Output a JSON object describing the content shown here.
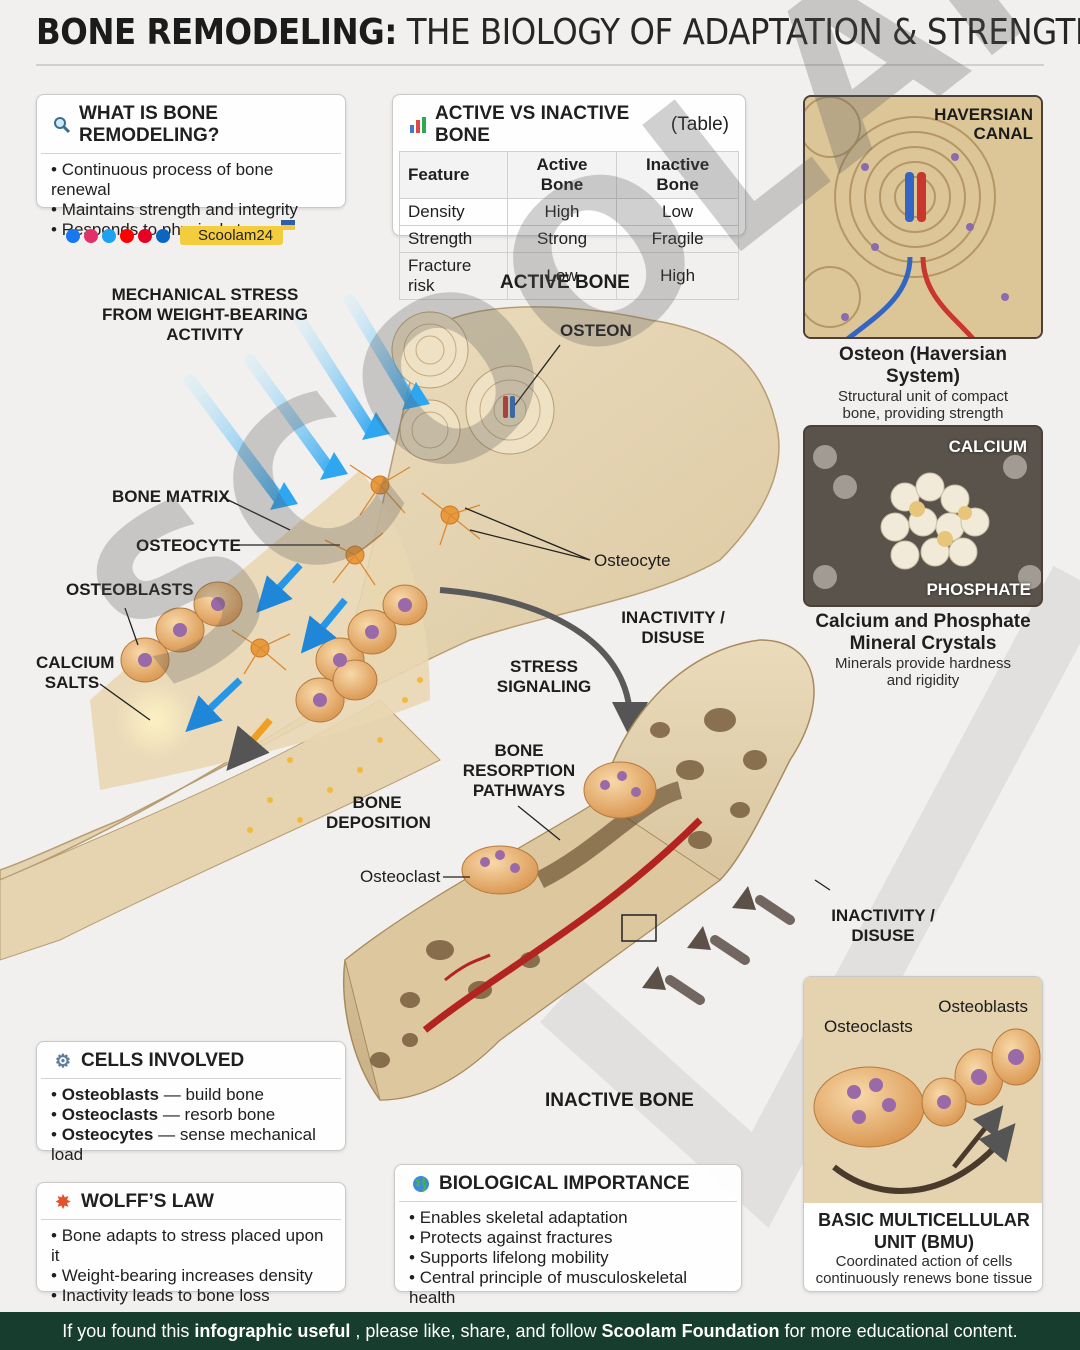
{
  "title": {
    "bold": "BONE REMODELING:",
    "rest": "THE BIOLOGY OF ADAPTATION & STRENGTH"
  },
  "what_is": {
    "heading": "WHAT IS BONE REMODELING?",
    "icon": "magnifier-icon",
    "bullets": [
      "Continuous process of bone renewal",
      "Maintains strength and integrity",
      "Responds to physical stress"
    ]
  },
  "social": {
    "handle": "Scoolam24",
    "icons": [
      "facebook-icon",
      "instagram-icon",
      "x-icon",
      "youtube-icon",
      "pinterest-icon",
      "linkedin-icon"
    ],
    "colors": [
      "#1877f2",
      "#e1306c",
      "#1da1f2",
      "#ff0000",
      "#e60023",
      "#0a66c2"
    ]
  },
  "table": {
    "heading": "ACTIVE VS INACTIVE BONE",
    "heading_suffix": "(Table)",
    "icon": "bar-chart-icon",
    "columns": [
      "Feature",
      "Active Bone",
      "Inactive Bone"
    ],
    "rows": [
      [
        "Density",
        "High",
        "Low"
      ],
      [
        "Strength",
        "Strong",
        "Fragile"
      ],
      [
        "Fracture risk",
        "Low",
        "High"
      ]
    ]
  },
  "panels": {
    "osteon": {
      "label": "HAVERSIAN CANAL",
      "title": "Osteon (Haversian System)",
      "desc": [
        "Structural unit of compact",
        "bone, providing strength"
      ]
    },
    "calcium": {
      "label_top": "CALCIUM",
      "label_bottom": "PHOSPHATE",
      "title": [
        "Calcium and Phosphate",
        "Mineral Crystals"
      ],
      "desc": [
        "Minerals provide hardness",
        "and rigidity"
      ]
    },
    "bmu": {
      "label_left": "Osteoclasts",
      "label_right": "Osteoblasts",
      "title": [
        "BASIC MULTICELLULAR",
        "UNIT (BMU)"
      ],
      "desc": [
        "Coordinated action of cells",
        "continuously renews bone tissue"
      ]
    }
  },
  "diagram_labels": {
    "mechanical_stress": [
      "MECHANICAL STRESS",
      "FROM WEIGHT-BEARING",
      "ACTIVITY"
    ],
    "active_bone": "ACTIVE BONE",
    "osteon": "OSTEON",
    "bone_matrix": "BONE MATRIX",
    "osteocyte_caps": "OSTEOCYTE",
    "osteocyte": "Osteocyte",
    "osteoblasts": "OSTEOBLASTS",
    "calcium_salts": [
      "CALCIUM",
      "SALTS"
    ],
    "inactivity_1": [
      "INACTIVITY /",
      "DISUSE"
    ],
    "stress_signaling": [
      "STRESS",
      "SIGNALING"
    ],
    "bone_resorption": [
      "BONE",
      "RESORPTION",
      "PATHWAYS"
    ],
    "bone_deposition": [
      "BONE",
      "DEPOSITION"
    ],
    "osteoclast": "Osteoclast",
    "inactivity_2": [
      "INACTIVITY /",
      "DISUSE"
    ],
    "inactive_bone": "INACTIVE BONE"
  },
  "cells_involved": {
    "heading": "CELLS INVOLVED",
    "icon": "gear-icon",
    "items": [
      {
        "name": "Osteoblasts",
        "desc": "— build bone"
      },
      {
        "name": "Osteoclasts",
        "desc": "— resorb bone"
      },
      {
        "name": "Osteocytes",
        "desc": "— sense mechanical load"
      }
    ]
  },
  "wolffs_law": {
    "heading": "WOLFF’S LAW",
    "icon": "burst-icon",
    "bullets": [
      "Bone adapts to stress placed upon it",
      "Weight-bearing increases density",
      "Inactivity leads to bone loss"
    ]
  },
  "importance": {
    "heading": "BIOLOGICAL IMPORTANCE",
    "icon": "globe-icon",
    "bullets": [
      "Enables skeletal adaptation",
      "Protects against fractures",
      "Supports lifelong mobility",
      "Central principle of musculoskeletal health"
    ]
  },
  "watermark": "SCOOLAM",
  "footer": {
    "pre": "If you found this",
    "bold1": "infographic useful",
    "mid": ", please like, share, and follow",
    "bold2": "Scoolam Foundation",
    "post": "for more educational content."
  }
}
